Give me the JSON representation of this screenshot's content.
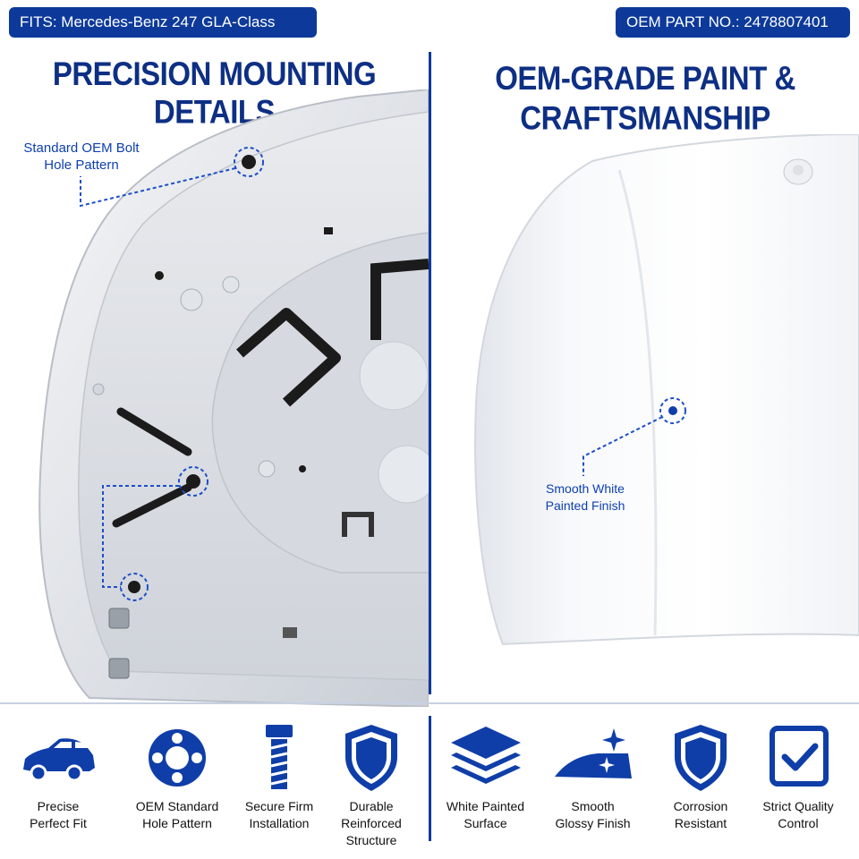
{
  "header": {
    "fits": "FITS: Mercedes-Benz 247 GLA-Class",
    "part_no": "OEM PART NO.: 2478807401"
  },
  "left_panel": {
    "heading": "PRECISION MOUNTING DETAILS",
    "callout": "Standard OEM Bolt Hole Pattern"
  },
  "right_panel": {
    "heading_line1": "OEM-GRADE PAINT &",
    "heading_line2": "CRAFTSMANSHIP",
    "callout": "Smooth White Painted Finish"
  },
  "colors": {
    "brand_blue": "#0d3a9a",
    "heading_blue": "#0d2f84",
    "icon_blue": "#0f3ea8"
  },
  "features": [
    {
      "icon": "car-icon",
      "line1": "Precise",
      "line2": "Perfect Fit",
      "line3": ""
    },
    {
      "icon": "hole-pattern-icon",
      "line1": "OEM Standard",
      "line2": "Hole Pattern",
      "line3": ""
    },
    {
      "icon": "bolt-icon",
      "line1": "Secure Firm",
      "line2": "Installation",
      "line3": ""
    },
    {
      "icon": "shield-icon",
      "line1": "Durable",
      "line2": "Reinforced",
      "line3": "Structure"
    },
    {
      "icon": "layers-icon",
      "line1": "White Painted",
      "line2": "Surface",
      "line3": ""
    },
    {
      "icon": "glossy-hood-icon",
      "line1": "Smooth",
      "line2": "Glossy Finish",
      "line3": ""
    },
    {
      "icon": "shield-check-icon",
      "line1": "Corrosion",
      "line2": "Resistant",
      "line3": ""
    },
    {
      "icon": "checkbox-icon",
      "line1": "Strict Quality",
      "line2": "Control",
      "line3": ""
    }
  ]
}
